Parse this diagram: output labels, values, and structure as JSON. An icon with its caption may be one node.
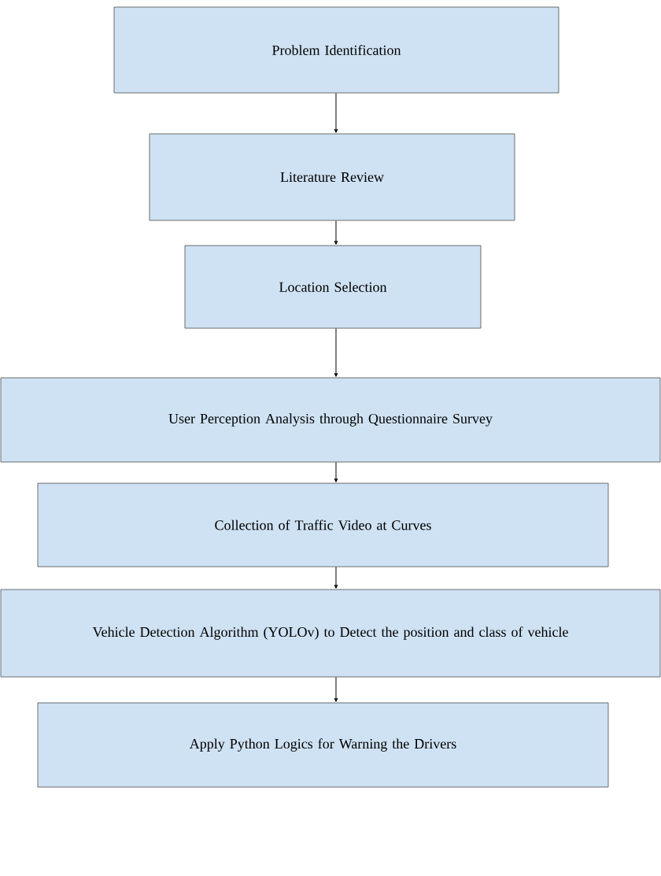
{
  "diagram": {
    "nodes": [
      {
        "text": [
          "Problem Identification"
        ]
      },
      {
        "text": [
          "Literature Review"
        ]
      },
      {
        "text": [
          "Location Selection"
        ]
      },
      {
        "text": [
          "User Perception Analysis through Questionnaire Survey"
        ]
      },
      {
        "text": [
          "Collection of Traffic Video at Curves"
        ]
      },
      {
        "text": [
          "Vehicle Detection Algorithm (YOLOv) to Detect the position and class of vehicle"
        ]
      },
      {
        "text": [
          "Apply Python Logics for Warning the Drivers"
        ]
      }
    ],
    "edges": [
      {
        "from": 0,
        "to": 1,
        "arrow": "to"
      },
      {
        "from": 1,
        "to": 2,
        "arrow": "to"
      },
      {
        "from": 2,
        "to": 3,
        "arrow": "to"
      },
      {
        "from": 3,
        "to": 4,
        "arrow": "to"
      },
      {
        "from": 4,
        "to": 5,
        "arrow": "to"
      },
      {
        "from": 5,
        "to": 6,
        "arrow": "to"
      }
    ]
  }
}
